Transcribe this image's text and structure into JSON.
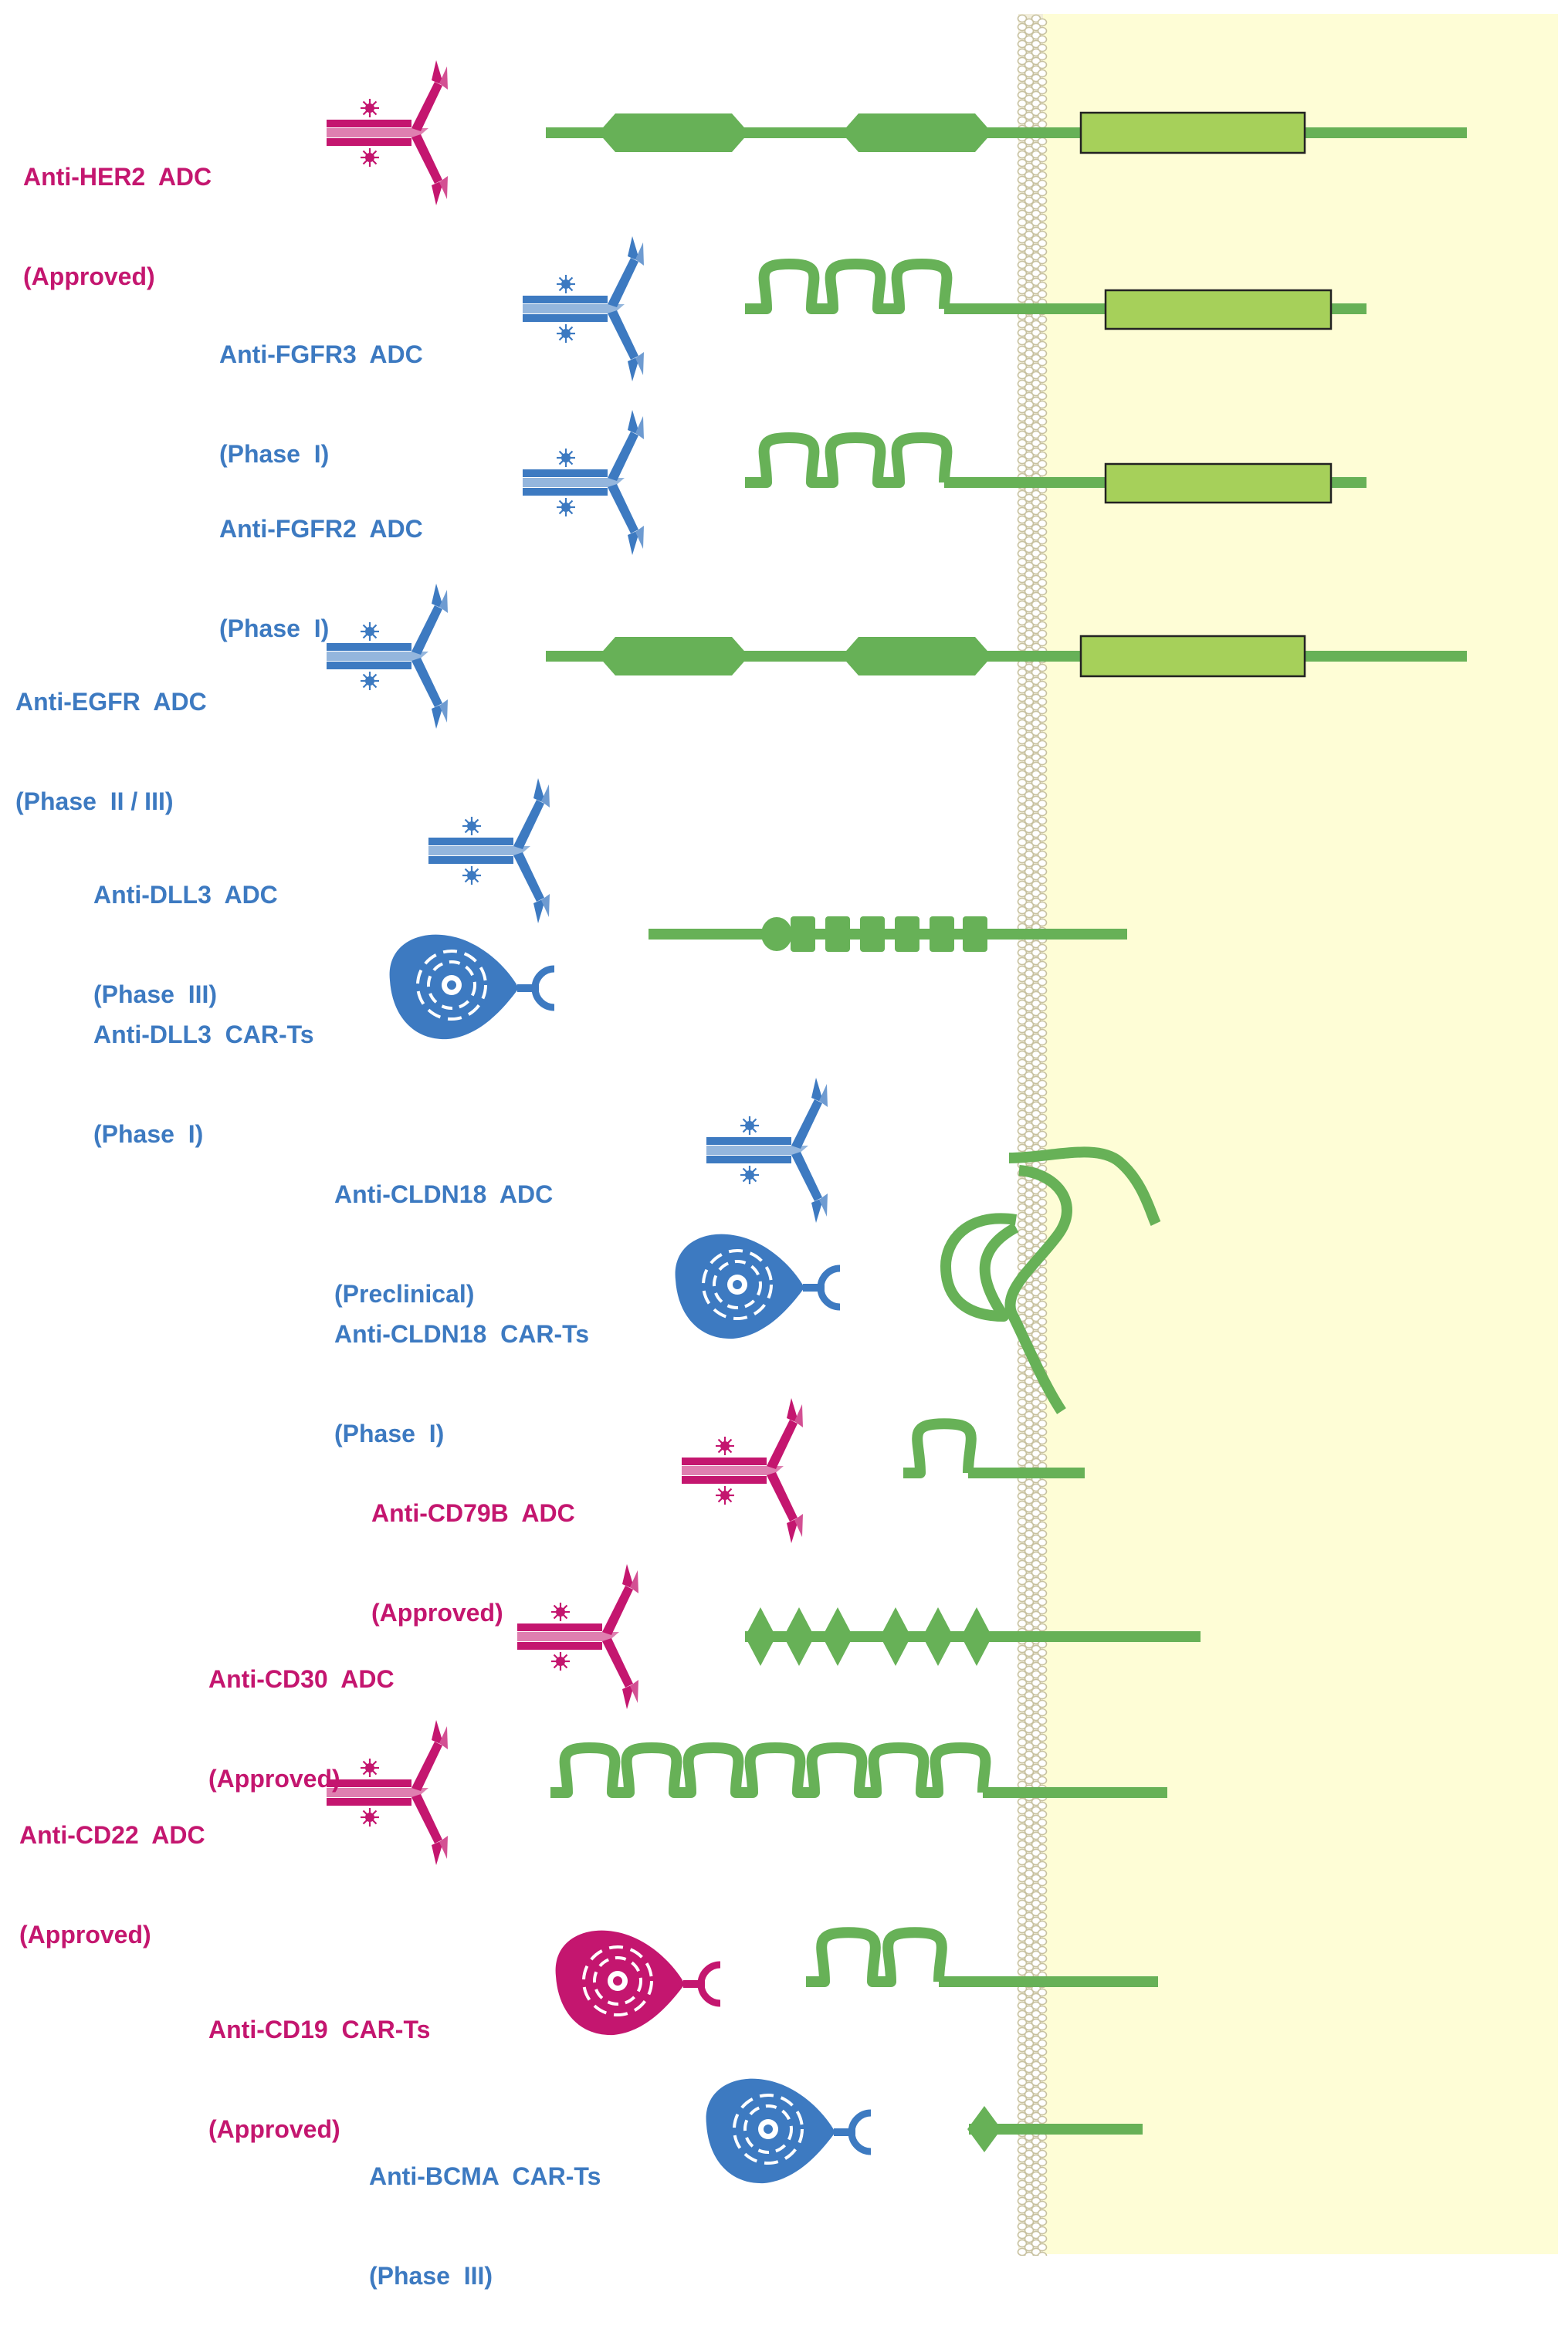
{
  "colors": {
    "approved": "#c4166f",
    "investigational": "#3d7ac1",
    "antigen": "#67b157",
    "antigen_box": "#a6d05a",
    "intracellular": "#fefdd6",
    "membrane": "#c7c1a0"
  },
  "therapies": [
    {
      "name": "Anti-HER2  ADC",
      "stage": "(Approved)",
      "approved": true,
      "modality": "ADC",
      "antigen_shape": "receptor-two-domains-kinase"
    },
    {
      "name": "Anti-FGFR3  ADC",
      "stage": "(Phase  I)",
      "approved": false,
      "modality": "ADC",
      "antigen_shape": "three-ig-loops-kinase"
    },
    {
      "name": "Anti-FGFR2  ADC",
      "stage": "(Phase  I)",
      "approved": false,
      "modality": "ADC",
      "antigen_shape": "three-ig-loops-kinase"
    },
    {
      "name": "Anti-EGFR  ADC",
      "stage": "(Phase  II / III)",
      "approved": false,
      "modality": "ADC",
      "antigen_shape": "receptor-two-domains-kinase"
    },
    {
      "name": "Anti-DLL3  ADC",
      "stage": "(Phase  III)",
      "approved": false,
      "modality": "ADC",
      "antigen_shape": "egf-like-repeats"
    },
    {
      "name": "Anti-DLL3  CAR-Ts",
      "stage": "(Phase  I)",
      "approved": false,
      "modality": "CAR-T",
      "antigen_shape": "egf-like-repeats"
    },
    {
      "name": "Anti-CLDN18  ADC",
      "stage": "(Preclinical)",
      "approved": false,
      "modality": "ADC",
      "antigen_shape": "four-pass-membrane"
    },
    {
      "name": "Anti-CLDN18  CAR-Ts",
      "stage": "(Phase  I)",
      "approved": false,
      "modality": "CAR-T",
      "antigen_shape": "four-pass-membrane"
    },
    {
      "name": "Anti-CD79B  ADC",
      "stage": "(Approved)",
      "approved": true,
      "modality": "ADC",
      "antigen_shape": "single-ig-loop"
    },
    {
      "name": "Anti-CD30  ADC",
      "stage": "(Approved)",
      "approved": true,
      "modality": "ADC",
      "antigen_shape": "cysteine-rich-diamonds"
    },
    {
      "name": "Anti-CD22  ADC",
      "stage": "(Approved)",
      "approved": true,
      "modality": "ADC",
      "antigen_shape": "seven-ig-loops"
    },
    {
      "name": "Anti-CD19  CAR-Ts",
      "stage": "(Approved)",
      "approved": true,
      "modality": "CAR-T",
      "antigen_shape": "two-ig-loops"
    },
    {
      "name": "Anti-BCMA  CAR-Ts",
      "stage": "(Phase  III)",
      "approved": false,
      "modality": "CAR-T",
      "antigen_shape": "single-diamond"
    }
  ]
}
